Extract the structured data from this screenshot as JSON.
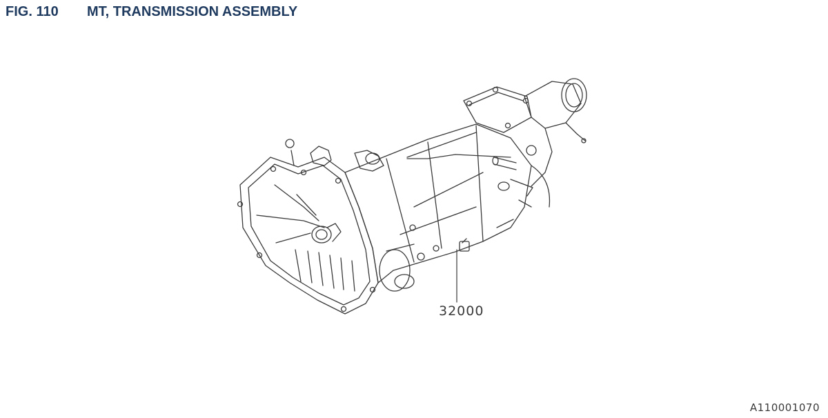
{
  "figure": {
    "number": "FIG. 110",
    "title": "MT, TRANSMISSION ASSEMBLY"
  },
  "callouts": [
    {
      "part_number": "32000"
    }
  ],
  "drawing_code": "A110001070",
  "colors": {
    "header_text": "#1f3a5f",
    "line_art": "#3a3a3a",
    "background": "#ffffff"
  }
}
